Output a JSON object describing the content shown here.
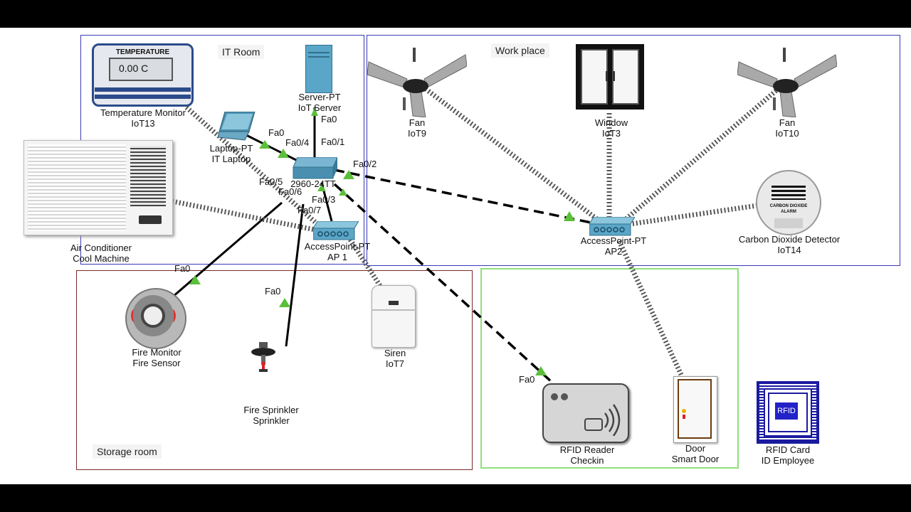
{
  "zones": {
    "it_room": "IT Room",
    "work_place": "Work place",
    "storage_room": "Storage room"
  },
  "devices": {
    "temp_monitor": {
      "line1": "Temperature Monitor",
      "line2": "IoT13",
      "screen_title": "TEMPERATURE",
      "screen_value": "0.00 C"
    },
    "server": {
      "line1": "Server-PT",
      "line2": "IoT Server"
    },
    "laptop": {
      "line1": "Laptop-PT",
      "line2": "IT Laptop"
    },
    "switch": {
      "label": "2960-24TT"
    },
    "ap1": {
      "line1": "AccessPoint-PT",
      "line2": "AP 1"
    },
    "air_conditioner": {
      "line1": "Air Conditioner",
      "line2": "Cool Machine"
    },
    "fan1": {
      "line1": "Fan",
      "line2": "IoT9"
    },
    "window": {
      "line1": "Window",
      "line2": "IoT3"
    },
    "fan2": {
      "line1": "Fan",
      "line2": "IoT10"
    },
    "co2": {
      "line1": "Carbon Dioxide Detector",
      "line2": "IoT14",
      "face_text1": "CARBON DIOXIDE",
      "face_text2": "ALARM"
    },
    "ap2": {
      "line1": "AccessPoint-PT",
      "line2": "AP2"
    },
    "fire_monitor": {
      "line1": "Fire Monitor",
      "line2": "Fire Sensor"
    },
    "sprinkler": {
      "line1": "Fire Sprinkler",
      "line2": "Sprinkler"
    },
    "siren": {
      "line1": "Siren",
      "line2": "IoT7"
    },
    "rfid_reader": {
      "line1": "RFID Reader",
      "line2": "Checkin"
    },
    "door": {
      "line1": "Door",
      "line2": "Smart Door"
    },
    "rfid_card": {
      "line1": "RFID Card",
      "line2": "ID Employee",
      "chip_text": "RFID"
    }
  },
  "ports": {
    "server_fa0": "Fa0",
    "sw_fa01": "Fa0/1",
    "laptop_fa0": "Fa0",
    "sw_fa04": "Fa0/4",
    "sw_fa02": "Fa0/2",
    "sw_fa05": "Fa0/5",
    "sw_fa06": "Fa0/6",
    "sw_fa03": "Fa0/3",
    "sw_fa07": "Fa0/7",
    "fire_fa0": "Fa0",
    "sprinkler_fa0": "Fa0",
    "rfid_fa0": "Fa0"
  },
  "colors": {
    "it_border": "#3a3ab8",
    "work_border": "#3a3ab8",
    "storage_border": "#7a2a2a",
    "rfid_zone_border": "#8fe07a",
    "link_up": "#5bbf3a"
  }
}
